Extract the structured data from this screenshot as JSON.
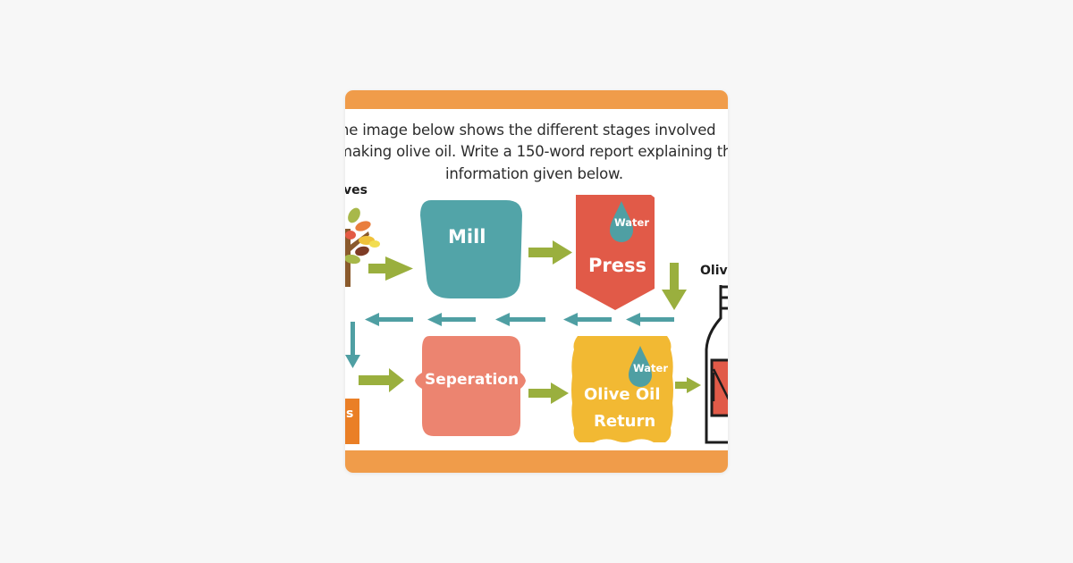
{
  "prompt": {
    "line1": "he image below shows the different stages involved",
    "line2": "making olive oil. Write a 150-word report explaining th",
    "line3": "information given below."
  },
  "diagram": {
    "left_label": "ves",
    "right_label": "Olive",
    "stages": {
      "mill": "Mill",
      "press": "Press",
      "separation": "Seperation",
      "olive_oil_return_line1": "Olive Oil",
      "olive_oil_return_line2": "Return"
    },
    "water_label_press": "Water",
    "water_label_return": "Water",
    "partial_badge_text": "s"
  },
  "colors": {
    "band": "#f09c4a",
    "mill": "#52a4a8",
    "press": "#e15a48",
    "separation": "#ec8470",
    "olive_oil_return": "#f2b933",
    "green_arrow": "#9aaf3e",
    "teal_arrow": "#4f9fa3",
    "water_drop": "#4f9fa3",
    "badge": "#ea7f26"
  }
}
